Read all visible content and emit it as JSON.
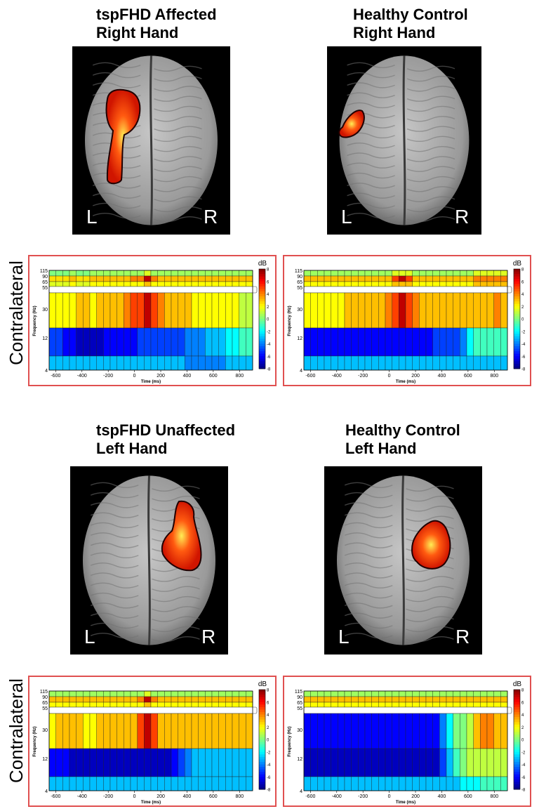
{
  "panels": [
    {
      "title": "tspFHD Affected\nRight Hand",
      "left_label": "L",
      "right_label": "R",
      "tf": {
        "freq_ticks": [
          "115",
          "90",
          "65",
          "55",
          "30",
          "12",
          "4"
        ],
        "time_ticks": [
          "-600",
          "-400",
          "-200",
          "0",
          "200",
          "400",
          "600",
          "800"
        ],
        "ylabel": "Frequency (Hz)",
        "xlabel": "Time (ms)",
        "cbar_title": "dB",
        "cbar_ticks": [
          "8",
          "6",
          "4",
          "2",
          "0",
          "-2",
          "-4",
          "-6",
          "-8"
        ]
      }
    },
    {
      "title": "Healthy Control\nRight Hand",
      "left_label": "L",
      "right_label": "R",
      "tf": {
        "freq_ticks": [
          "115",
          "90",
          "65",
          "55",
          "30",
          "12",
          "4"
        ],
        "time_ticks": [
          "-600",
          "-400",
          "-200",
          "0",
          "200",
          "400",
          "600",
          "800"
        ],
        "ylabel": "Frequency (Hz)",
        "xlabel": "Time (ms)",
        "cbar_title": "dB",
        "cbar_ticks": [
          "8",
          "6",
          "4",
          "2",
          "0",
          "-2",
          "-4",
          "-6",
          "-8"
        ]
      }
    },
    {
      "title": "tspFHD Unaffected\nLeft Hand",
      "left_label": "L",
      "right_label": "R",
      "tf": {
        "freq_ticks": [
          "115",
          "90",
          "65",
          "55",
          "30",
          "12",
          "4"
        ],
        "time_ticks": [
          "-600",
          "-400",
          "-200",
          "0",
          "200",
          "400",
          "600",
          "800"
        ],
        "ylabel": "Frequency (Hz)",
        "xlabel": "Time (ms)",
        "cbar_title": "dB",
        "cbar_ticks": [
          "8",
          "6",
          "4",
          "2",
          "0",
          "-2",
          "-4",
          "-6",
          "-8"
        ]
      }
    },
    {
      "title": "Healthy Control\nLeft Hand",
      "left_label": "L",
      "right_label": "R",
      "tf": {
        "freq_ticks": [
          "115",
          "90",
          "65",
          "55",
          "30",
          "12",
          "4"
        ],
        "time_ticks": [
          "-600",
          "-400",
          "-200",
          "0",
          "200",
          "400",
          "600",
          "800"
        ],
        "ylabel": "Frequency (Hz)",
        "xlabel": "Time (ms)",
        "cbar_title": "dB",
        "cbar_ticks": [
          "8",
          "6",
          "4",
          "2",
          "0",
          "-2",
          "-4",
          "-6",
          "-8"
        ]
      }
    }
  ],
  "row_labels": [
    "Contralateral",
    "Contralateral"
  ],
  "colors": {
    "frame_border": "#e05050",
    "activation": "#ff3300"
  },
  "chart_data": [
    {
      "type": "heatmap",
      "panel": "tspFHD Affected Right Hand",
      "rows": [
        "65-115 Hz",
        "30-55 Hz",
        "12-30 Hz",
        "4-12 Hz"
      ],
      "x": [
        -600,
        -550,
        -500,
        -450,
        -400,
        -350,
        -300,
        -250,
        -200,
        -150,
        -100,
        -50,
        0,
        50,
        100,
        150,
        200,
        250,
        300,
        350,
        400,
        450,
        500,
        550,
        600,
        650,
        700,
        750,
        800,
        850
      ],
      "values": [
        [
          0.5,
          0.5,
          0.5,
          1,
          0.5,
          0.5,
          1,
          1,
          1,
          1,
          1,
          1,
          1,
          1,
          2,
          1,
          1,
          1,
          1,
          1,
          1,
          1,
          1,
          1,
          1,
          1,
          1,
          1,
          1,
          1
        ],
        [
          2,
          2,
          2,
          2,
          3,
          3,
          2,
          3,
          3,
          3,
          3,
          4,
          5,
          5,
          7,
          5,
          4,
          3,
          3,
          3,
          3,
          2,
          2,
          2,
          2,
          2,
          2,
          2,
          1,
          1
        ],
        [
          -5,
          -5,
          -6,
          -6,
          -7,
          -7,
          -7,
          -7,
          -6,
          -6,
          -6,
          -6,
          -6,
          -5,
          -5,
          -5,
          -5,
          -5,
          -5,
          -5,
          -4,
          -4,
          -4,
          -3,
          -3,
          -3,
          -2,
          -2,
          -1,
          -1
        ],
        [
          -3,
          -3,
          -3,
          -3,
          -3,
          -3,
          -3,
          -3,
          -3,
          -3,
          -3,
          -3,
          -3,
          -3,
          -3,
          -3,
          -3,
          -3,
          -3,
          -3,
          -4,
          -4,
          -4,
          -4,
          -4,
          -4,
          -3,
          -3,
          -3,
          -3
        ]
      ],
      "zlim": [
        -8,
        8
      ]
    },
    {
      "type": "heatmap",
      "panel": "Healthy Control Right Hand",
      "rows": [
        "65-115 Hz",
        "30-55 Hz",
        "12-30 Hz",
        "4-12 Hz"
      ],
      "x": [
        -600,
        -550,
        -500,
        -450,
        -400,
        -350,
        -300,
        -250,
        -200,
        -150,
        -100,
        -50,
        0,
        50,
        100,
        150,
        200,
        250,
        300,
        350,
        400,
        450,
        500,
        550,
        600,
        650,
        700,
        750,
        800,
        850
      ],
      "values": [
        [
          1,
          1,
          1,
          1,
          1,
          1,
          1,
          1,
          1,
          1,
          1,
          1,
          1,
          2,
          2,
          2,
          1,
          1,
          1,
          1,
          1,
          1,
          1,
          1,
          1,
          2,
          2,
          2,
          2,
          2
        ],
        [
          2,
          2,
          2,
          2,
          2,
          2,
          3,
          3,
          3,
          3,
          3,
          3,
          4,
          5,
          7,
          5,
          4,
          3,
          3,
          3,
          3,
          3,
          3,
          3,
          3,
          3,
          3,
          3,
          4,
          3
        ],
        [
          -6,
          -6,
          -6,
          -6,
          -6,
          -6,
          -6,
          -6,
          -6,
          -6,
          -6,
          -6,
          -6,
          -6,
          -6,
          -6,
          -6,
          -6,
          -6,
          -5,
          -5,
          -5,
          -5,
          -4,
          -2,
          -1,
          -1,
          -1,
          -1,
          -1
        ],
        [
          -3,
          -3,
          -3,
          -3,
          -3,
          -3,
          -3,
          -3,
          -3,
          -3,
          -3,
          -3,
          -3,
          -3,
          -3,
          -3,
          -3,
          -3,
          -3,
          -3,
          -3,
          -3,
          -3,
          -3,
          -3,
          -3,
          -3,
          -3,
          -3,
          -3
        ]
      ],
      "zlim": [
        -8,
        8
      ]
    },
    {
      "type": "heatmap",
      "panel": "tspFHD Unaffected Left Hand",
      "rows": [
        "65-115 Hz",
        "30-55 Hz",
        "12-30 Hz",
        "4-12 Hz"
      ],
      "x": [
        -600,
        -550,
        -500,
        -450,
        -400,
        -350,
        -300,
        -250,
        -200,
        -150,
        -100,
        -50,
        0,
        50,
        100,
        150,
        200,
        250,
        300,
        350,
        400,
        450,
        500,
        550,
        600,
        650,
        700,
        750,
        800,
        850
      ],
      "values": [
        [
          1,
          1,
          1,
          1,
          1,
          1,
          1,
          1,
          1,
          1,
          1,
          1,
          1,
          1,
          2,
          1,
          1,
          1,
          1,
          1,
          1,
          1,
          1,
          1,
          1,
          1,
          1,
          1,
          1,
          1
        ],
        [
          2,
          3,
          3,
          3,
          3,
          2,
          2,
          3,
          3,
          3,
          3,
          3,
          3,
          5,
          7,
          5,
          3,
          3,
          3,
          3,
          3,
          3,
          3,
          3,
          3,
          3,
          3,
          3,
          3,
          3
        ],
        [
          -6,
          -6,
          -6,
          -7,
          -7,
          -7,
          -7,
          -7,
          -7,
          -7,
          -7,
          -7,
          -7,
          -7,
          -7,
          -7,
          -7,
          -7,
          -6,
          -5,
          -4,
          -3,
          -3,
          -3,
          -3,
          -3,
          -3,
          -3,
          -3,
          -3
        ],
        [
          -3,
          -3,
          -3,
          -3,
          -3,
          -3,
          -3,
          -3,
          -3,
          -3,
          -3,
          -3,
          -3,
          -3,
          -3,
          -3,
          -3,
          -3,
          -3,
          -3,
          -3,
          -3,
          -3,
          -3,
          -3,
          -3,
          -3,
          -3,
          -3,
          -3
        ]
      ],
      "zlim": [
        -8,
        8
      ]
    },
    {
      "type": "heatmap",
      "panel": "Healthy Control Left Hand",
      "rows": [
        "65-115 Hz",
        "30-55 Hz",
        "12-30 Hz",
        "4-12 Hz"
      ],
      "x": [
        -600,
        -550,
        -500,
        -450,
        -400,
        -350,
        -300,
        -250,
        -200,
        -150,
        -100,
        -50,
        0,
        50,
        100,
        150,
        200,
        250,
        300,
        350,
        400,
        450,
        500,
        550,
        600,
        650,
        700,
        750,
        800,
        850
      ],
      "values": [
        [
          1,
          1,
          1,
          1,
          1,
          1,
          1,
          1,
          1,
          1,
          1,
          1,
          1,
          1,
          1,
          1,
          1,
          1,
          1,
          1,
          1,
          1,
          1,
          1,
          1,
          1,
          1,
          1,
          1,
          1
        ],
        [
          -6,
          -6,
          -6,
          -6,
          -6,
          -6,
          -6,
          -6,
          -6,
          -6,
          -6,
          -6,
          -6,
          -6,
          -6,
          -6,
          -6,
          -6,
          -6,
          -6,
          -4,
          -2,
          0,
          0,
          1,
          3,
          4,
          4,
          3,
          3
        ],
        [
          -7,
          -7,
          -7,
          -7,
          -7,
          -7,
          -7,
          -7,
          -7,
          -7,
          -7,
          -7,
          -7,
          -7,
          -7,
          -7,
          -7,
          -7,
          -7,
          -7,
          -5,
          -3,
          -1,
          0,
          1,
          1,
          1,
          1,
          1,
          1
        ],
        [
          -3,
          -3,
          -3,
          -3,
          -3,
          -3,
          -3,
          -3,
          -3,
          -3,
          -3,
          -3,
          -3,
          -3,
          -3,
          -3,
          -3,
          -3,
          -3,
          -3,
          -3,
          -3,
          -3,
          -2,
          -2,
          -2,
          -1,
          -1,
          -1,
          -1
        ]
      ],
      "zlim": [
        -8,
        8
      ]
    }
  ]
}
